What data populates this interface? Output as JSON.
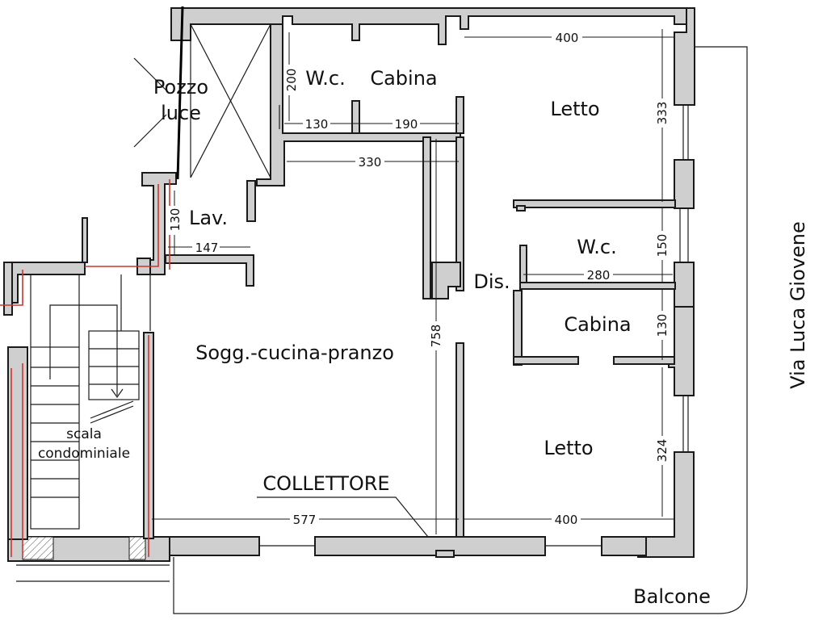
{
  "rooms": {
    "pozzo_luce_1": "Pozzo",
    "pozzo_luce_2": "luce",
    "wc_top": "W.c.",
    "cabina_top": "Cabina",
    "letto_top": "Letto",
    "lav": "Lav.",
    "soggiorno": "Sogg.-cucina-pranzo",
    "dis": "Dis.",
    "wc_right": "W.c.",
    "cabina_right": "Cabina",
    "letto_bottom": "Letto",
    "scala_1": "scala",
    "scala_2": "condominiale",
    "collettore": "COLLETTORE",
    "balcone": "Balcone",
    "street": "Via Luca Giovene"
  },
  "dimensions": {
    "d400_top": "400",
    "d200": "200",
    "d130_wc": "130",
    "d190": "190",
    "d330": "330",
    "d333": "333",
    "d130_lav": "130",
    "d147": "147",
    "d150": "150",
    "d280": "280",
    "d130_cab": "130",
    "d758": "758",
    "d324": "324",
    "d577": "577",
    "d400_bottom": "400"
  },
  "colors": {
    "wall_fill": "#cfcfcf",
    "line": "#1a1a1a",
    "red_line": "#d0342c"
  }
}
